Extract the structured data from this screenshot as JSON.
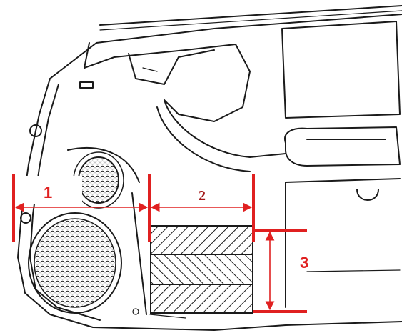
{
  "labels": {
    "dim1": "1",
    "dim2": "2",
    "dim3": "3"
  },
  "colors": {
    "dimension_red": "#e02020",
    "label_dark_red": "#a31a1a",
    "line_art": "#1a1a1a",
    "background": "#ffffff"
  },
  "icons": {
    "speaker": "speaker-grille-icon",
    "tweeter": "tweeter-grille-icon",
    "box": "hatched-box-icon"
  }
}
